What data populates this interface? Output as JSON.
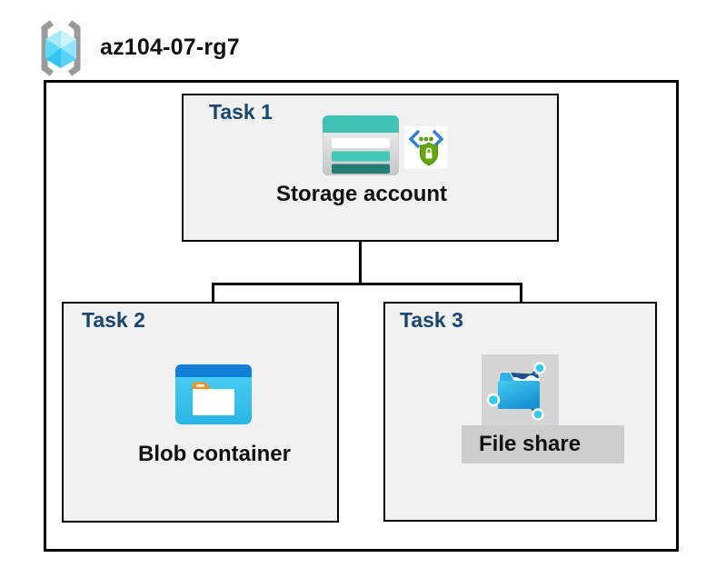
{
  "header": {
    "icon": "resource-group-icon",
    "title": "az104-07-rg7"
  },
  "palette": {
    "task_label_navy": "#17466e",
    "box_background": "#f1f1f1",
    "box_border": "#000000",
    "connector": "#000000",
    "storage_teal": "#3ec3b4",
    "storage_teal_dark": "#237d72",
    "blob_top_blue": "#0f7fd8",
    "blob_body_cyan": "#35c8f0",
    "fileshare_navy": "#17508f",
    "api_green": "#64a70b",
    "api_blue": "#2e7fd8",
    "folder_tab_orange": "#f7941e",
    "selection_gray": "#d4d4d4"
  },
  "tasks": [
    {
      "id": "task-1",
      "label": "Task 1",
      "item": "Storage account",
      "icons": [
        "storage-account-icon",
        "api-lock-icon"
      ]
    },
    {
      "id": "task-2",
      "label": "Task 2",
      "item": "Blob container",
      "icons": [
        "blob-container-icon"
      ]
    },
    {
      "id": "task-3",
      "label": "Task 3",
      "item": "File share",
      "icons": [
        "file-share-icon"
      ]
    }
  ],
  "connections": [
    {
      "from": "Storage account",
      "to": "Blob container"
    },
    {
      "from": "Storage account",
      "to": "File share"
    }
  ]
}
